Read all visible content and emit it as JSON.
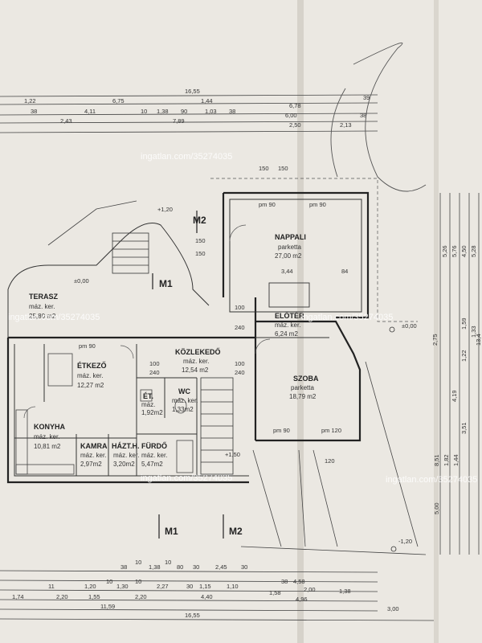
{
  "watermark": [
    "ingatlan.com/35274035"
  ],
  "rooms": [
    {
      "name": "NAPPALI",
      "floor": "parketta",
      "area": "27,00 m2"
    },
    {
      "name": "TERASZ",
      "floor": "máz. ker.",
      "area": "25,80 m2"
    },
    {
      "name": "ÉTKEZŐ",
      "floor": "máz. ker.",
      "area": "12,27 m2"
    },
    {
      "name": "KÖZLEKEDŐ",
      "floor": "máz. ker.",
      "area": "12,54 m2"
    },
    {
      "name": "ELŐTÉR",
      "floor": "máz. ker.",
      "area": "6,24 m2"
    },
    {
      "name": "SZOBA",
      "floor": "parketta",
      "area": "18,79 m2"
    },
    {
      "name": "KONYHA",
      "floor": "máz. ker.",
      "area": "10,81 m2"
    },
    {
      "name": "KAMRA",
      "floor": "máz. ker.",
      "area": "2,97m2"
    },
    {
      "name": "HÁZT.H.",
      "floor": "máz. ker.",
      "area": "3,20m2"
    },
    {
      "name": "FÜRDŐ",
      "floor": "máz. ker.",
      "area": "5,47m2"
    },
    {
      "name": "WC",
      "floor": "máz. ker.",
      "area": "1,33m2"
    },
    {
      "name": "ÉT.",
      "floor": "máz.",
      "area": "1,92m2"
    }
  ],
  "sections": {
    "m1": "M1",
    "m2": "M2"
  },
  "levels": {
    "terrace": "±0,00",
    "entry": "±0,00",
    "outside": "-1,20",
    "stair": "+1,20",
    "stair_low": "+1,50"
  },
  "dims_top": {
    "overall": "16,55",
    "row1": [
      "1,22",
      "6,75",
      "1,44",
      "6,78",
      "39"
    ],
    "row2": [
      "38",
      "4,11",
      "10",
      "1,38",
      "90",
      "1,03",
      "38",
      "6,00",
      "38"
    ],
    "row3": [
      "2,43",
      "7,89",
      "2,50",
      "2,13"
    ]
  },
  "dims_bottom": {
    "overall": "16,55",
    "row1": [
      "38",
      "10",
      "1,38",
      "10",
      "80",
      "30",
      "2,45",
      "30"
    ],
    "row2": [
      "11",
      "1,20",
      "10",
      "1,30",
      "10",
      "2,27",
      "30",
      "1,15",
      "1,10",
      "38",
      "4,58"
    ],
    "row3": [
      "1,74",
      "2,20",
      "1,55",
      "2,20",
      "4,40",
      "1,58",
      "2,00",
      "1,38"
    ],
    "row4": [
      "11,59",
      "4,96",
      "3,00"
    ]
  },
  "dims_right": [
    "5,26",
    "5,76",
    "4,50",
    "5,28",
    "2,75",
    "8,51",
    "5,00",
    "1,82",
    "1,44",
    "3,51",
    "4,19",
    "1,22",
    "1,59",
    "1,33",
    "13,4"
  ],
  "openings": {
    "pm90_a": "pm 90",
    "pm90_b": "pm 90",
    "pm120": "pm 120",
    "d150": "150",
    "d100": "100",
    "d240": "240",
    "n344": "3,44",
    "n84": "84",
    "n120": "120"
  }
}
